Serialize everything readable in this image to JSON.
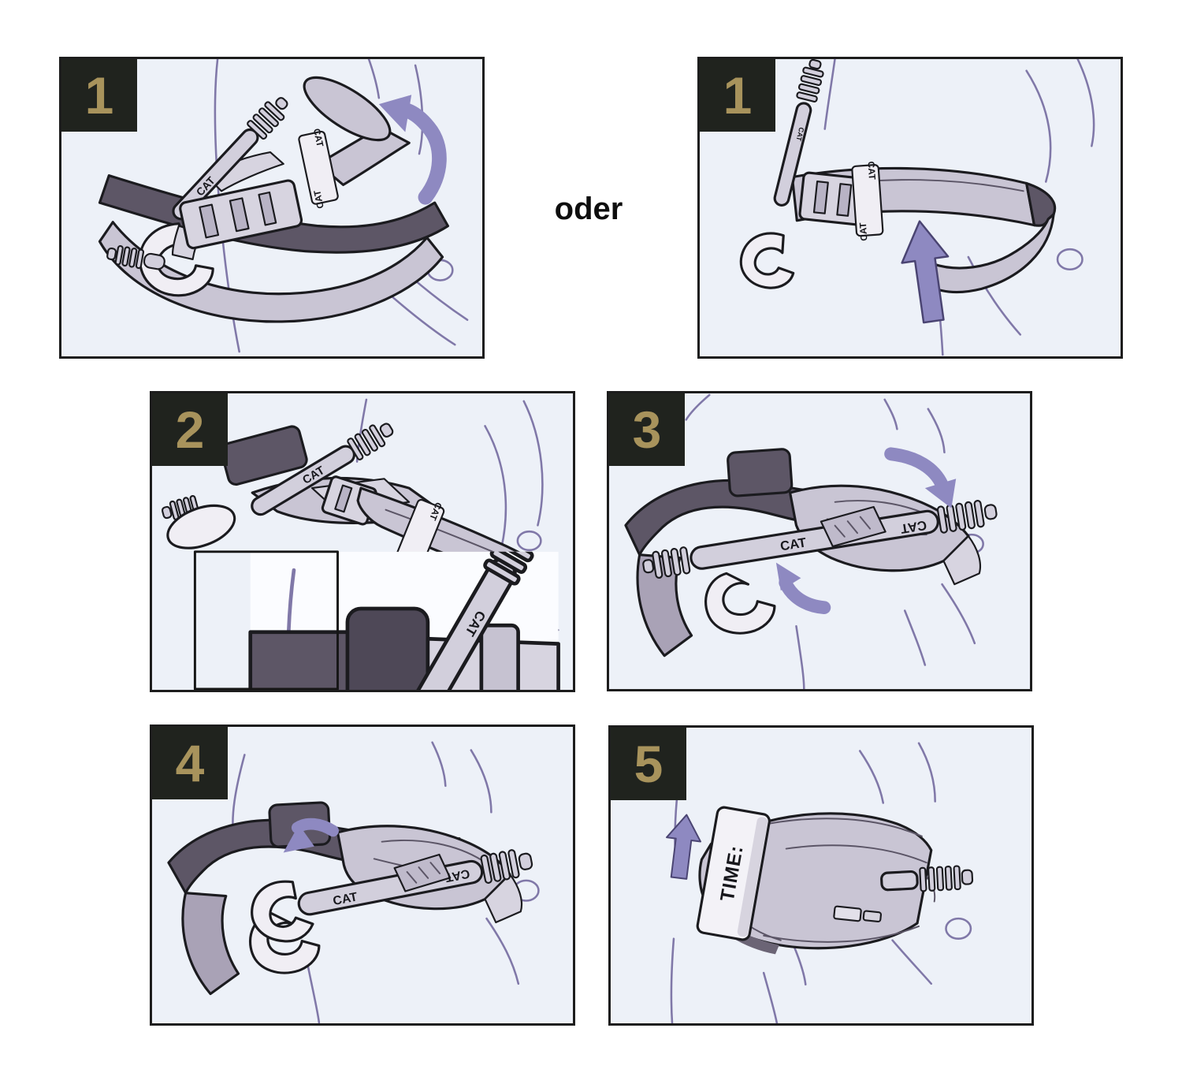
{
  "document": {
    "kind": "tourniquet-application-instruction-sheet"
  },
  "connector": {
    "label": "oder"
  },
  "colors": {
    "page_background": "#ffffff",
    "panel_background": "#edf1f8",
    "panel_border": "#1d1d1d",
    "badge_background": "#20231e",
    "badge_number": "#a8935c",
    "arrow_fill": "#8e89c1",
    "arrow_outline": "#4a4472",
    "strap_light": "#c9c5d4",
    "strap_dark": "#5d5666",
    "leg_line": "#8078a8",
    "ink": "#1b1b1f"
  },
  "panels": [
    {
      "id": "step-1-thread-strap",
      "number": "1",
      "labels": {
        "cat": "CAT"
      }
    },
    {
      "id": "step-1-slide-loop",
      "number": "1",
      "labels": {
        "cat": "CAT"
      }
    },
    {
      "id": "step-2-pull-tight",
      "number": "2",
      "labels": {
        "cat": "CAT"
      }
    },
    {
      "id": "step-3-twist-rod",
      "number": "3",
      "labels": {
        "cat": "CAT"
      }
    },
    {
      "id": "step-4-lock-rod",
      "number": "4",
      "labels": {
        "cat": "CAT"
      }
    },
    {
      "id": "step-5-secure-time",
      "number": "5",
      "labels": {
        "time": "TIME:"
      }
    }
  ]
}
